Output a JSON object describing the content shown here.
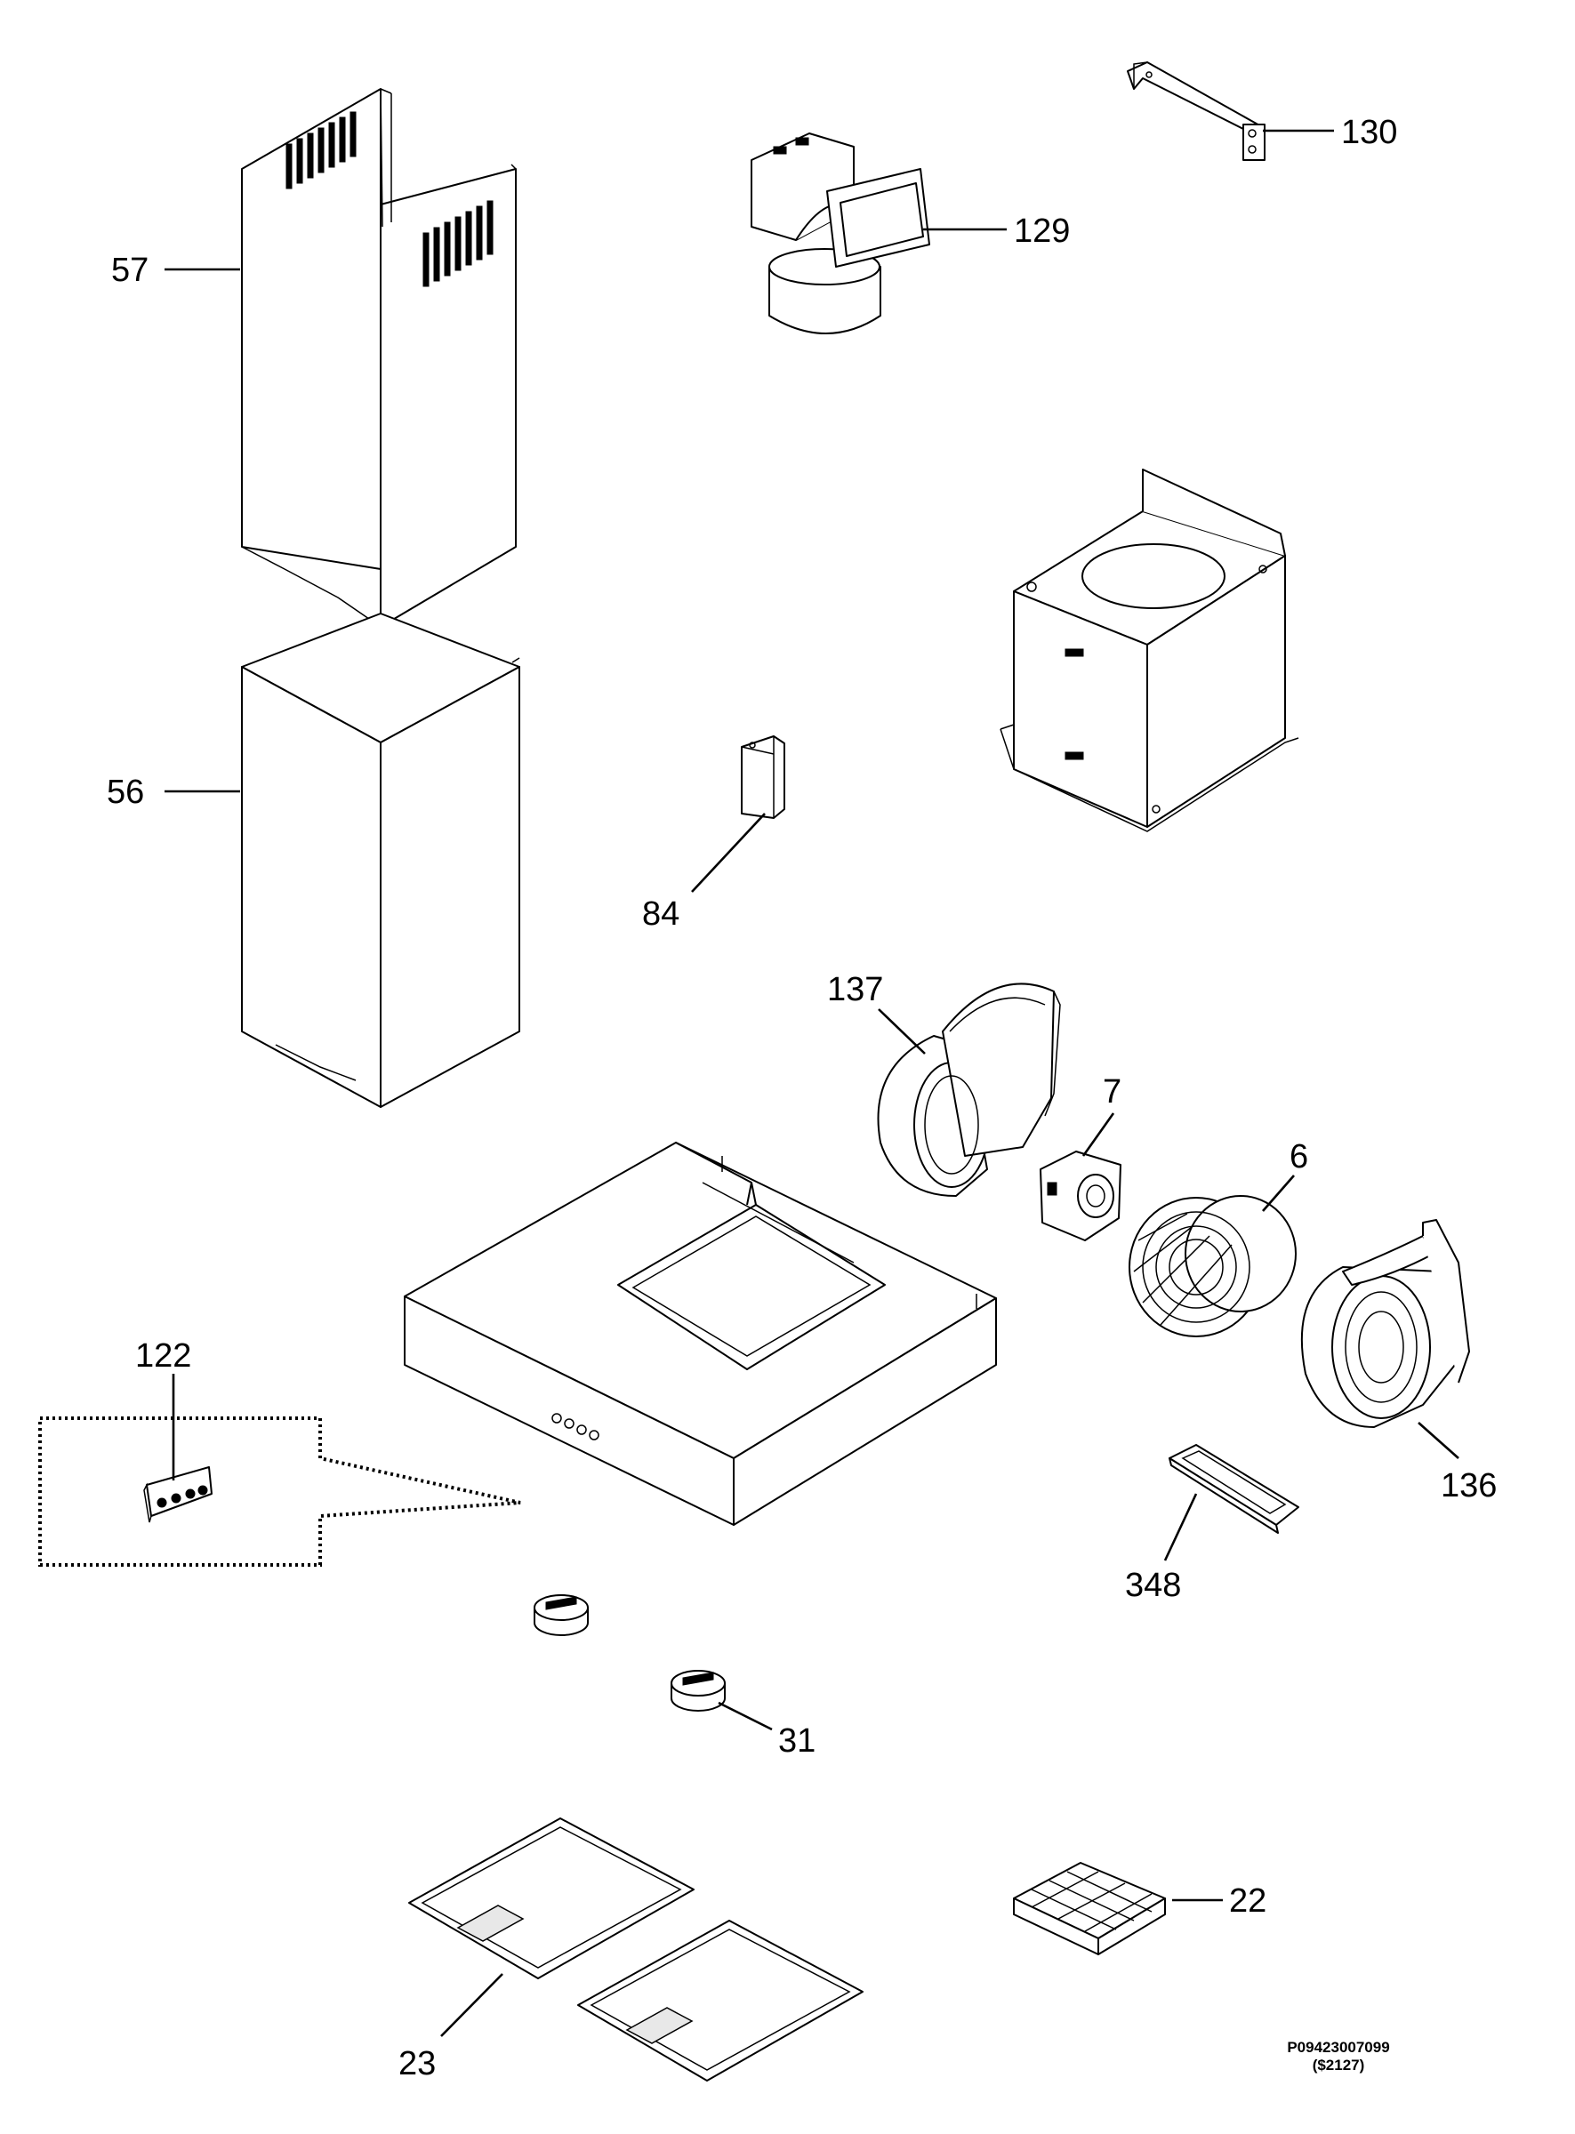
{
  "diagram": {
    "callouts": {
      "p57": "57",
      "p56": "56",
      "p129": "129",
      "p130": "130",
      "p84": "84",
      "p137": "137",
      "p7": "7",
      "p6": "6",
      "p136": "136",
      "p122": "122",
      "p348": "348",
      "p31": "31",
      "p22": "22",
      "p23": "23"
    },
    "document_code": "P09423007099",
    "price_code": "($2127)"
  }
}
